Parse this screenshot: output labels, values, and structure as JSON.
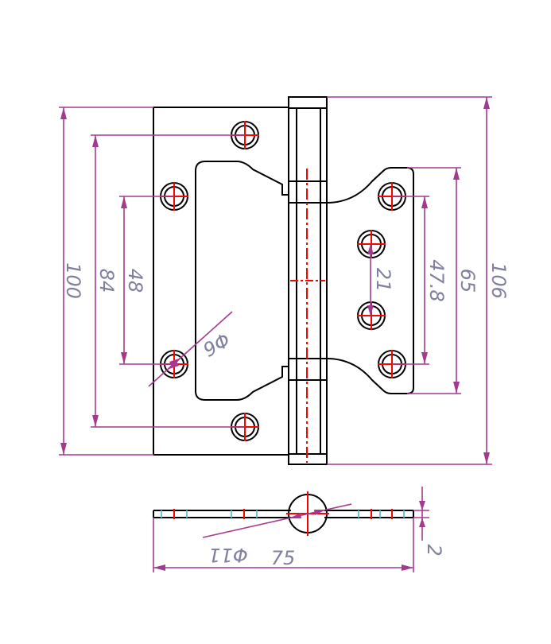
{
  "drawing": {
    "dimensions": {
      "overall_leaf_height": "100",
      "outer_hole_spacing": "84",
      "inner_hole_spacing": "48",
      "hole_diameter": "Φ6",
      "right_hole_spacing_small": "21",
      "right_hole_spacing_mid": "47.8",
      "right_leaf_height": "65",
      "knuckle_height": "106",
      "knuckle_diameter": "Φ11",
      "open_width": "75",
      "thickness": "2"
    },
    "colors": {
      "outline": "#000000",
      "dimension": "#a43a8f",
      "dimension_text": "#7f7f9f",
      "centerline": "#ff0000",
      "hidden": "#6fc3d8"
    }
  }
}
